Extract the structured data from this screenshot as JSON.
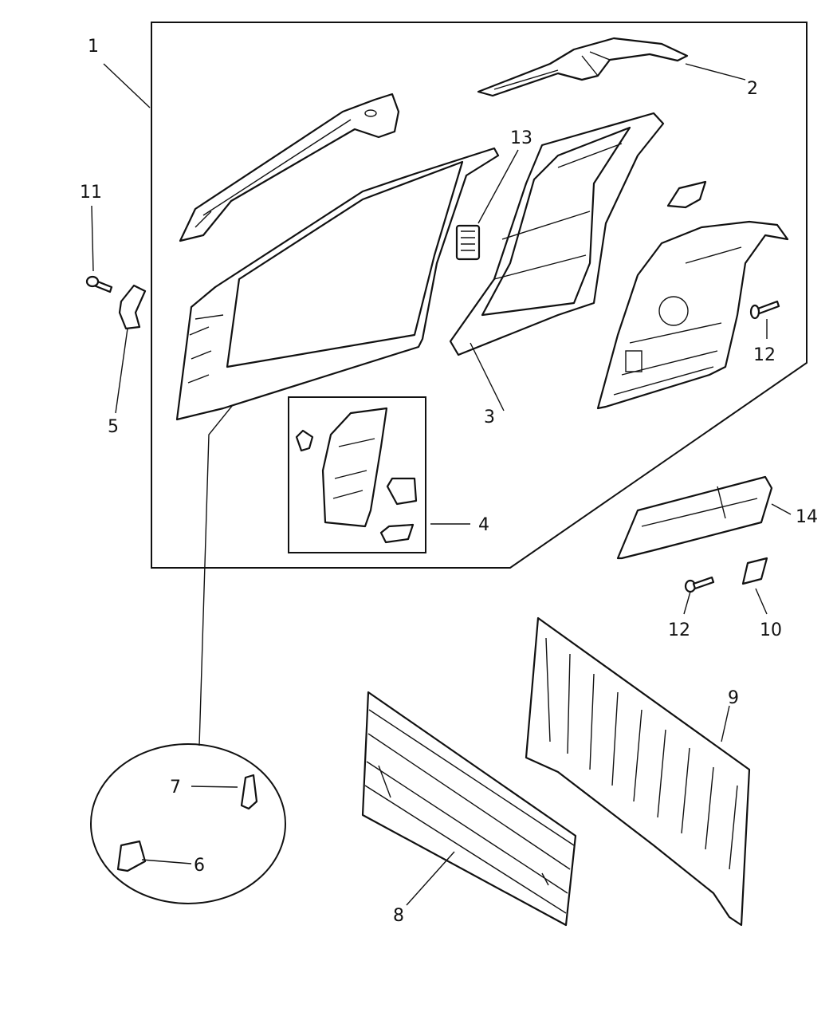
{
  "callouts": {
    "c1": "1",
    "c2": "2",
    "c3": "3",
    "c4": "4",
    "c5": "5",
    "c6": "6",
    "c7": "7",
    "c8": "8",
    "c9": "9",
    "c10": "10",
    "c11": "11",
    "c12a": "12",
    "c12b": "12",
    "c13": "13",
    "c14": "14"
  },
  "colors": {
    "line": "#111111",
    "background": "#ffffff"
  }
}
